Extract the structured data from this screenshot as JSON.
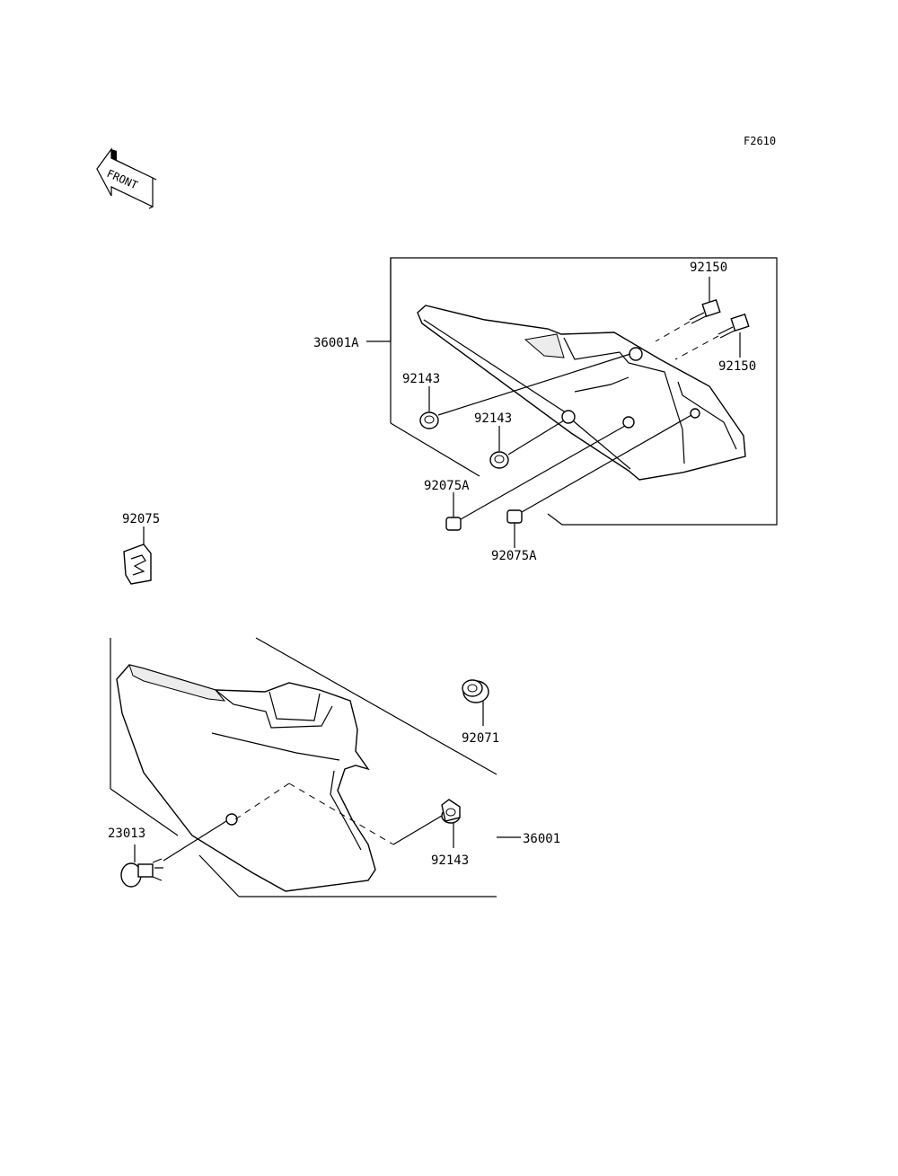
{
  "figure_code": "F2610",
  "front_arrow_text": "FRONT",
  "labels": {
    "cover_left": "36001A",
    "cover_right": "36001",
    "bolt_a": "92150",
    "bolt_b": "92150",
    "collar_a": "92143",
    "collar_b": "92143",
    "collar_c": "92143",
    "damper_a": "92075A",
    "damper_b": "92075A",
    "damper_clip": "92075",
    "grommet": "92071",
    "fastener": "23013"
  }
}
